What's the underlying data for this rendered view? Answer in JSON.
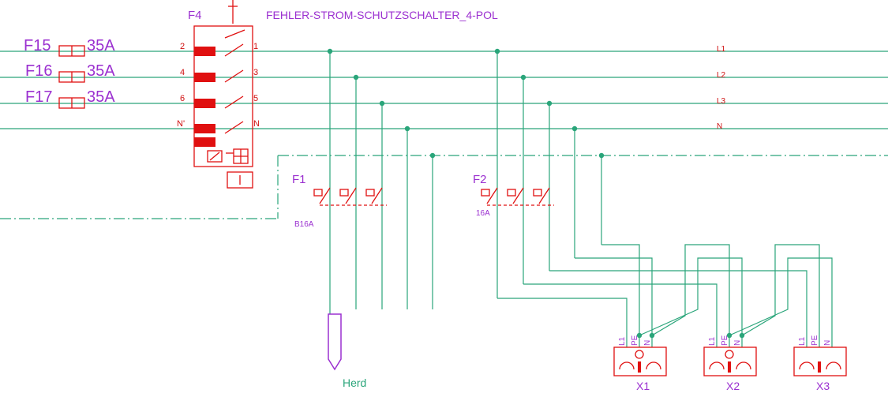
{
  "breakers_left": [
    {
      "name": "F15",
      "rating": "35A"
    },
    {
      "name": "F16",
      "rating": "35A"
    },
    {
      "name": "F17",
      "rating": "35A"
    }
  ],
  "rcd": {
    "name": "F4",
    "title": "FEHLER-STROM-SCHUTZSCHALTER_4-POL",
    "left_terminals": [
      "2",
      "4",
      "6",
      "N'"
    ],
    "right_terminals": [
      "1",
      "3",
      "5",
      "N"
    ]
  },
  "bus_labels": [
    "L1",
    "L2",
    "L3",
    "N"
  ],
  "f1": {
    "name": "F1",
    "rating": "B16A"
  },
  "f2": {
    "name": "F2",
    "rating": "16A"
  },
  "herd_label": "Herd",
  "sockets": [
    {
      "name": "X1",
      "pins": [
        "L1",
        "PE",
        "N"
      ]
    },
    {
      "name": "X2",
      "pins": [
        "L1",
        "PE",
        "N"
      ]
    },
    {
      "name": "X3",
      "pins": [
        "L1",
        "PE",
        "N"
      ]
    }
  ],
  "colors": {
    "wire": "#2aa57a",
    "component": "#e01010",
    "label": "#9b30d0"
  }
}
